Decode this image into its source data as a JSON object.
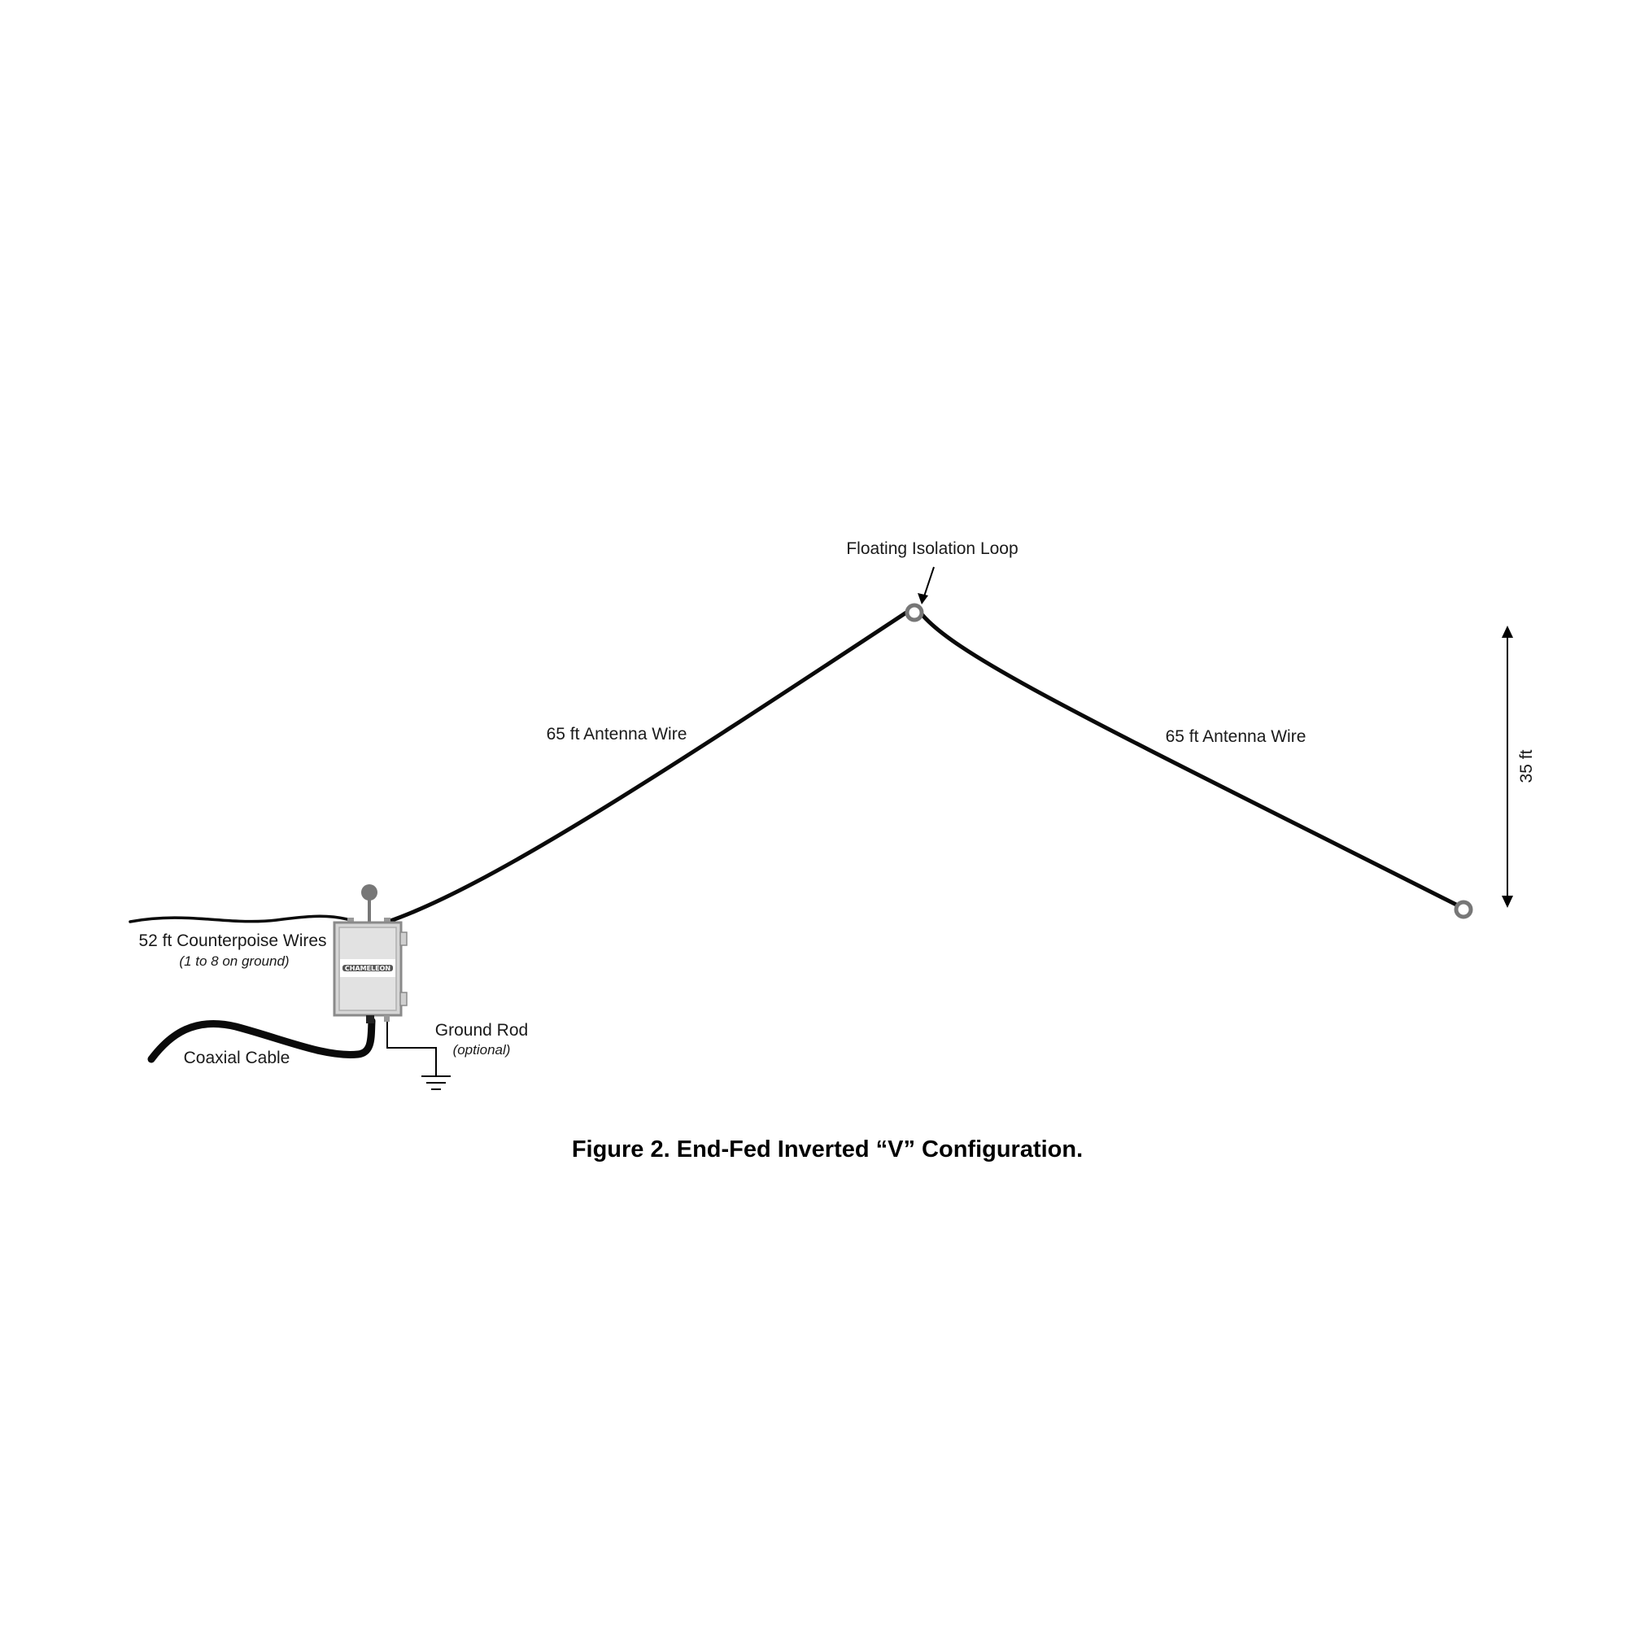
{
  "labels": {
    "isolation_loop": "Floating Isolation Loop",
    "antenna_wire_left": "65 ft Antenna Wire",
    "antenna_wire_right": "65 ft Antenna Wire",
    "height": "35 ft",
    "counterpoise": "52 ft Counterpoise Wires",
    "counterpoise_note": "(1 to 8 on ground)",
    "coax": "Coaxial Cable",
    "ground_rod": "Ground Rod",
    "ground_rod_note": "(optional)"
  },
  "matching_box": {
    "logo_text": "CHAMELEON"
  },
  "caption": "Figure 2. End-Fed Inverted “V” Configuration."
}
